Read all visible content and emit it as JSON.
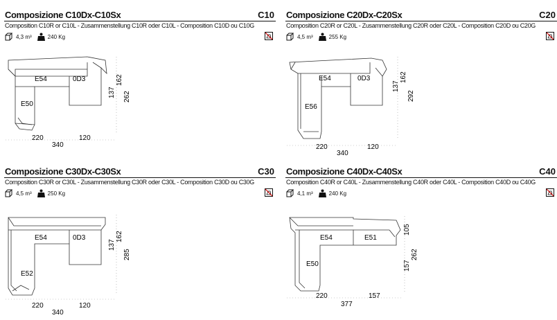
{
  "panels": [
    {
      "title": "Composizione C10Dx-C10Sx",
      "code": "C10",
      "subtitle": "Composition C10R or C10L - Zusammenstellung C10R oder C10L - Composition C10D ou C10G",
      "volume": "4,3 m³",
      "weight": "240 Kg",
      "modules": [
        "E54",
        "0D3",
        "E50"
      ],
      "dims": {
        "w1": "220",
        "w2": "120",
        "total_w": "340",
        "d1": "137",
        "d2": "162",
        "total_d": "262"
      }
    },
    {
      "title": "Composizione C20Dx-C20Sx",
      "code": "C20",
      "subtitle": "Composition C20R or C20L - Zusammenstellung C20R oder C20L - Composition C20D ou C20G",
      "volume": "4,5 m³",
      "weight": "255 Kg",
      "modules": [
        "E54",
        "0D3",
        "E56"
      ],
      "dims": {
        "w1": "220",
        "w2": "120",
        "total_w": "340",
        "d1": "137",
        "d2": "162",
        "total_d": "292"
      }
    },
    {
      "title": "Composizione C30Dx-C30Sx",
      "code": "C30",
      "subtitle": "Composition C30R or C30L - Zusammenstellung C30R oder C30L - Composition C30D ou C30G",
      "volume": "4,5 m³",
      "weight": "250 Kg",
      "modules": [
        "E54",
        "0D3",
        "E52"
      ],
      "dims": {
        "w1": "220",
        "w2": "120",
        "total_w": "340",
        "d1": "137",
        "d2": "162",
        "total_d": "285"
      }
    },
    {
      "title": "Composizione C40Dx-C40Sx",
      "code": "C40",
      "subtitle": "Composition C40R or C40L - Zusammenstellung C40R oder C40L - Composition C40D ou C40G",
      "volume": "4,1 m³",
      "weight": "240 Kg",
      "modules": [
        "E54",
        "E51",
        "E50"
      ],
      "dims": {
        "w1": "220",
        "w2": "157",
        "total_w": "377",
        "d1": "105",
        "d2": "157",
        "total_d": "262"
      }
    }
  ]
}
